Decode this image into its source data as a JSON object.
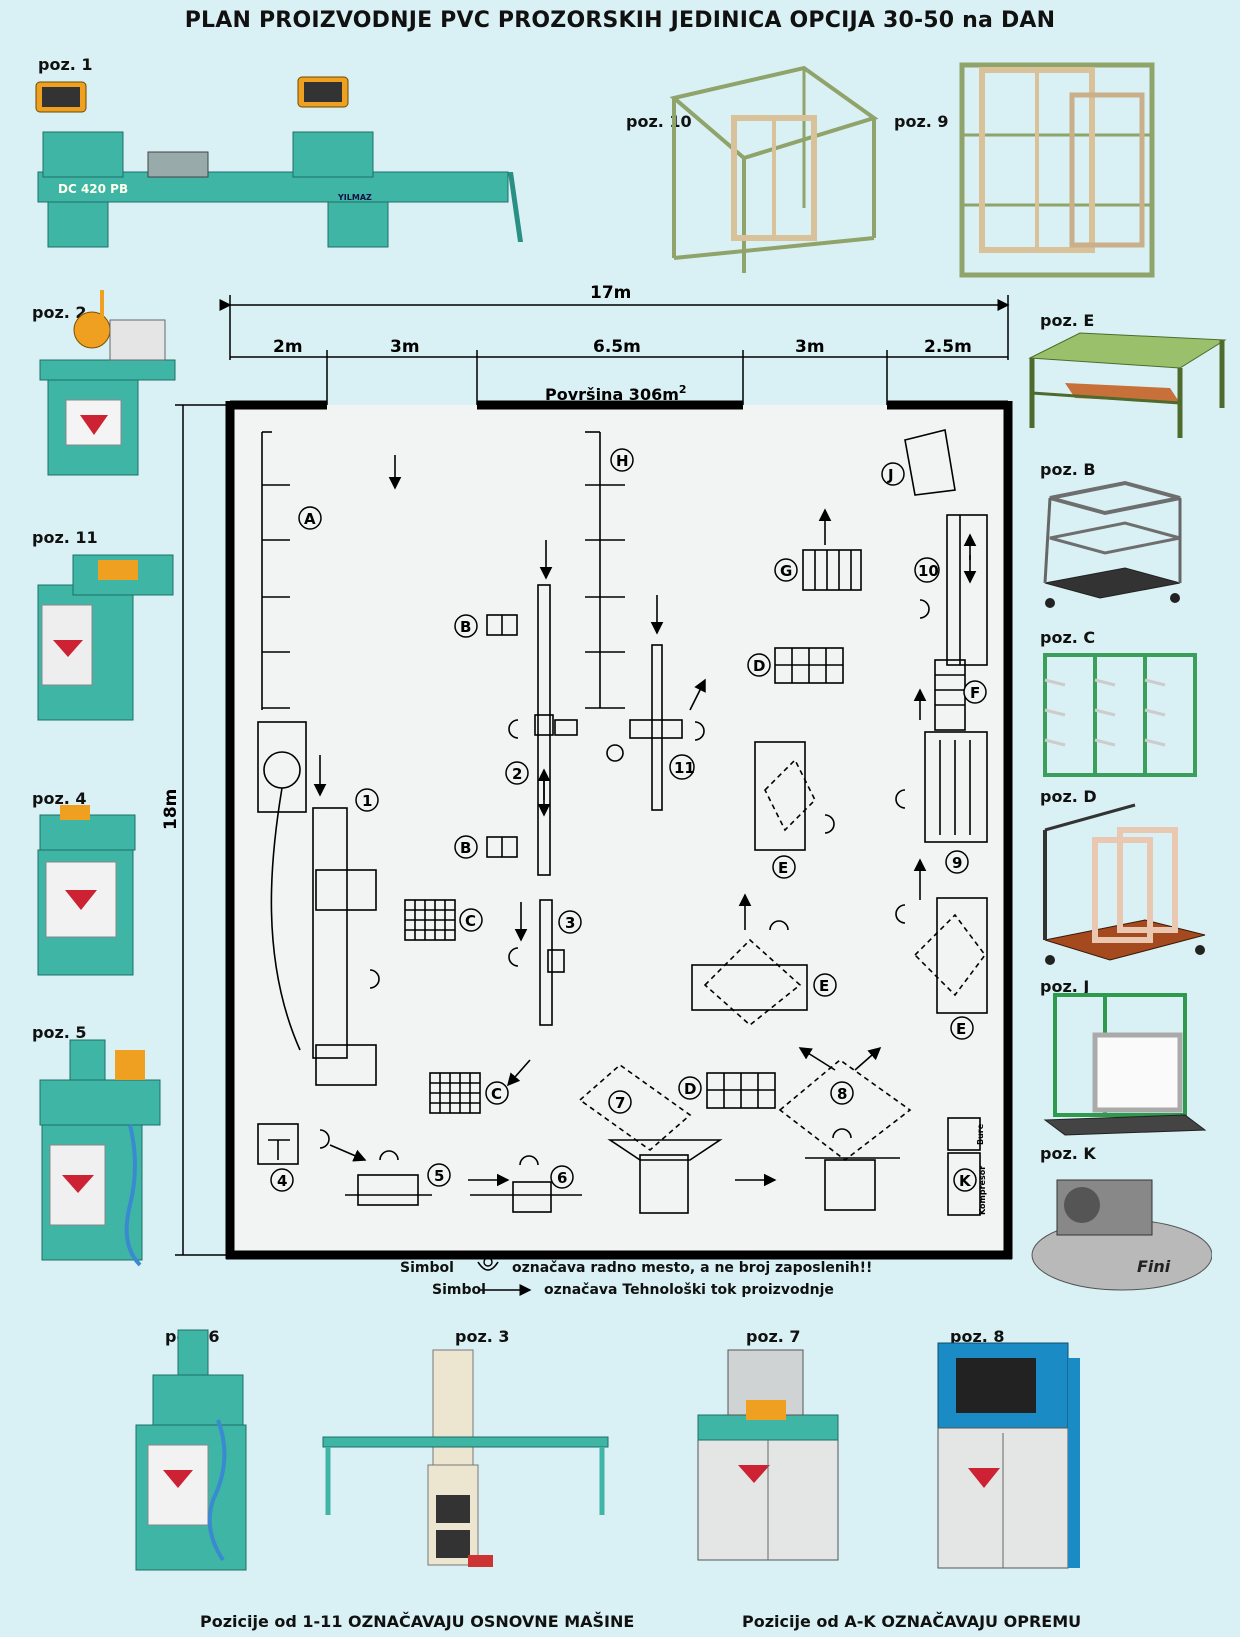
{
  "title": "PLAN PROIZVODNJE PVC PROZORSKIH JEDINICA OPCIJA 30-50 na DAN",
  "dimensions": {
    "total_width": "17m",
    "segments": [
      "2m",
      "3m",
      "6.5m",
      "3m",
      "2.5m"
    ],
    "height": "18m",
    "area_label": "Površina 306m",
    "area_sup": "2"
  },
  "machine_labels": {
    "p1": "poz. 1",
    "p2": "poz. 2",
    "p11": "poz. 11",
    "p4": "poz. 4",
    "p5": "poz. 5",
    "p10": "poz. 10",
    "p9": "poz. 9",
    "pE": "poz. E",
    "pB": "poz. B",
    "pC": "poz. C",
    "pD": "poz. D",
    "pJ": "poz. J",
    "pK": "poz. K",
    "p6": "poz. 6",
    "p3": "poz. 3",
    "p7": "poz. 7",
    "p8": "poz. 8"
  },
  "machine_texts": {
    "dc_model": "DC 420 PB",
    "brand": "YILMAZ",
    "compressor_brand": "Fini"
  },
  "plan_markers": {
    "A": "A",
    "B1": "B",
    "B2": "B",
    "C1": "C",
    "C2": "C",
    "D1": "D",
    "D2": "D",
    "E1": "E",
    "E2": "E",
    "E3": "E",
    "F": "F",
    "G": "G",
    "H": "H",
    "J": "J",
    "K": "K",
    "n1": "1",
    "n2": "2",
    "n3": "3",
    "n4": "4",
    "n5": "5",
    "n6": "6",
    "n7": "7",
    "n8": "8",
    "n9": "9",
    "n10": "10",
    "n11": "11"
  },
  "plan_small_text": {
    "bure": "Bure",
    "kompresor": "Kompresor"
  },
  "legend": {
    "line1_prefix": "Simbol",
    "line1_text": "označava radno mesto, a ne broj zaposlenih!!",
    "line2_prefix": "Simbol",
    "line2_text": "označava Tehnološki tok proizvodnje"
  },
  "footer": {
    "left": "Pozicije od 1-11 OZNAČAVAJU OSNOVNE MAŠINE",
    "right": "Pozicije od  A-K OZNAČAVAJU OPREMU"
  },
  "colors": {
    "background": "#d9f1f4",
    "machine_teal": "#3fb5a6",
    "frame_green": "#8fa36a",
    "plan_fill": "#f2f4f4"
  }
}
